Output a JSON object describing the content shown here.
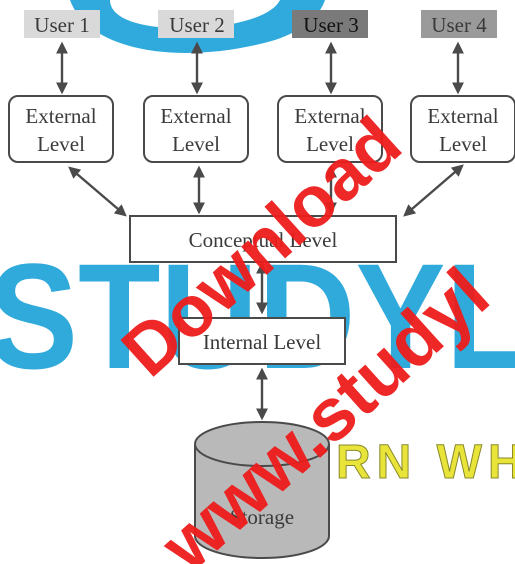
{
  "users": [
    {
      "label": "User 1"
    },
    {
      "label": "User 2"
    },
    {
      "label": "User 3"
    },
    {
      "label": "User 4"
    }
  ],
  "external_levels": [
    {
      "line1": "External",
      "line2": "Level"
    },
    {
      "line1": "External",
      "line2": "Level"
    },
    {
      "line1": "External",
      "line2": "Level"
    },
    {
      "line1": "External",
      "line2": "Level"
    }
  ],
  "conceptual_level": {
    "label": "Conceptual Level"
  },
  "internal_level": {
    "label": "Internal Level"
  },
  "storage": {
    "label": "Storage"
  },
  "watermarks": {
    "download": "Download",
    "studyl": "STUDYL",
    "website": "www.studyl",
    "learn": "LEARN WH"
  },
  "colors": {
    "text": "#3a3a3a",
    "box_border": "#4a4a4a",
    "arrow": "#4a4a4a",
    "storage_fill": "#b9b9b9",
    "watermark_blue": "#1aa0d8",
    "watermark_red": "#ee1c1c",
    "watermark_yellow": "#e8e43a"
  }
}
